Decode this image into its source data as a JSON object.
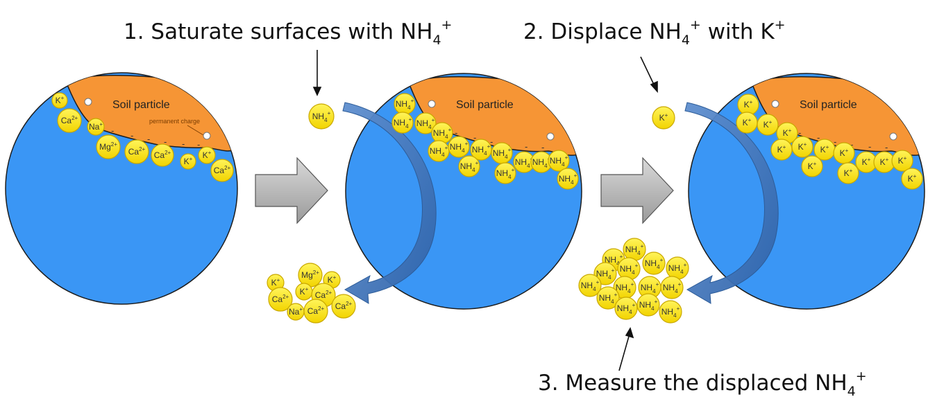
{
  "steps": {
    "step1": {
      "prefix": "1. Saturate surfaces with NH",
      "sub": "4",
      "sup": "+"
    },
    "step2": {
      "prefix": "2. Displace NH",
      "sub": "4",
      "sup": "+",
      "suffix": " with K",
      "sup2": "+"
    },
    "step3": {
      "prefix": "3. Measure the displaced NH",
      "sub": "4",
      "sup": "+"
    }
  },
  "soil": {
    "label": "Soil particle",
    "permanent_charge": "permanent charge",
    "negative_symbol": "-"
  },
  "ion_labels": {
    "K": {
      "base": "K",
      "sub": "",
      "sup": "+"
    },
    "Ca": {
      "base": "Ca",
      "sub": "",
      "sup": "2+"
    },
    "Na": {
      "base": "Na",
      "sub": "",
      "sup": "+"
    },
    "Mg": {
      "base": "Mg",
      "sub": "",
      "sup": "2+"
    },
    "NH4": {
      "base": "NH",
      "sub": "4",
      "sup": "+"
    }
  },
  "colors": {
    "sphere": "#3a96f5",
    "sphere_stroke": "#1d1d1d",
    "soil": "#f69535",
    "ion": "#ffe400",
    "ion_stroke": "#c9a800",
    "block_arrow": "#a8a8a8",
    "curved_arrow": "#3f75b8"
  }
}
